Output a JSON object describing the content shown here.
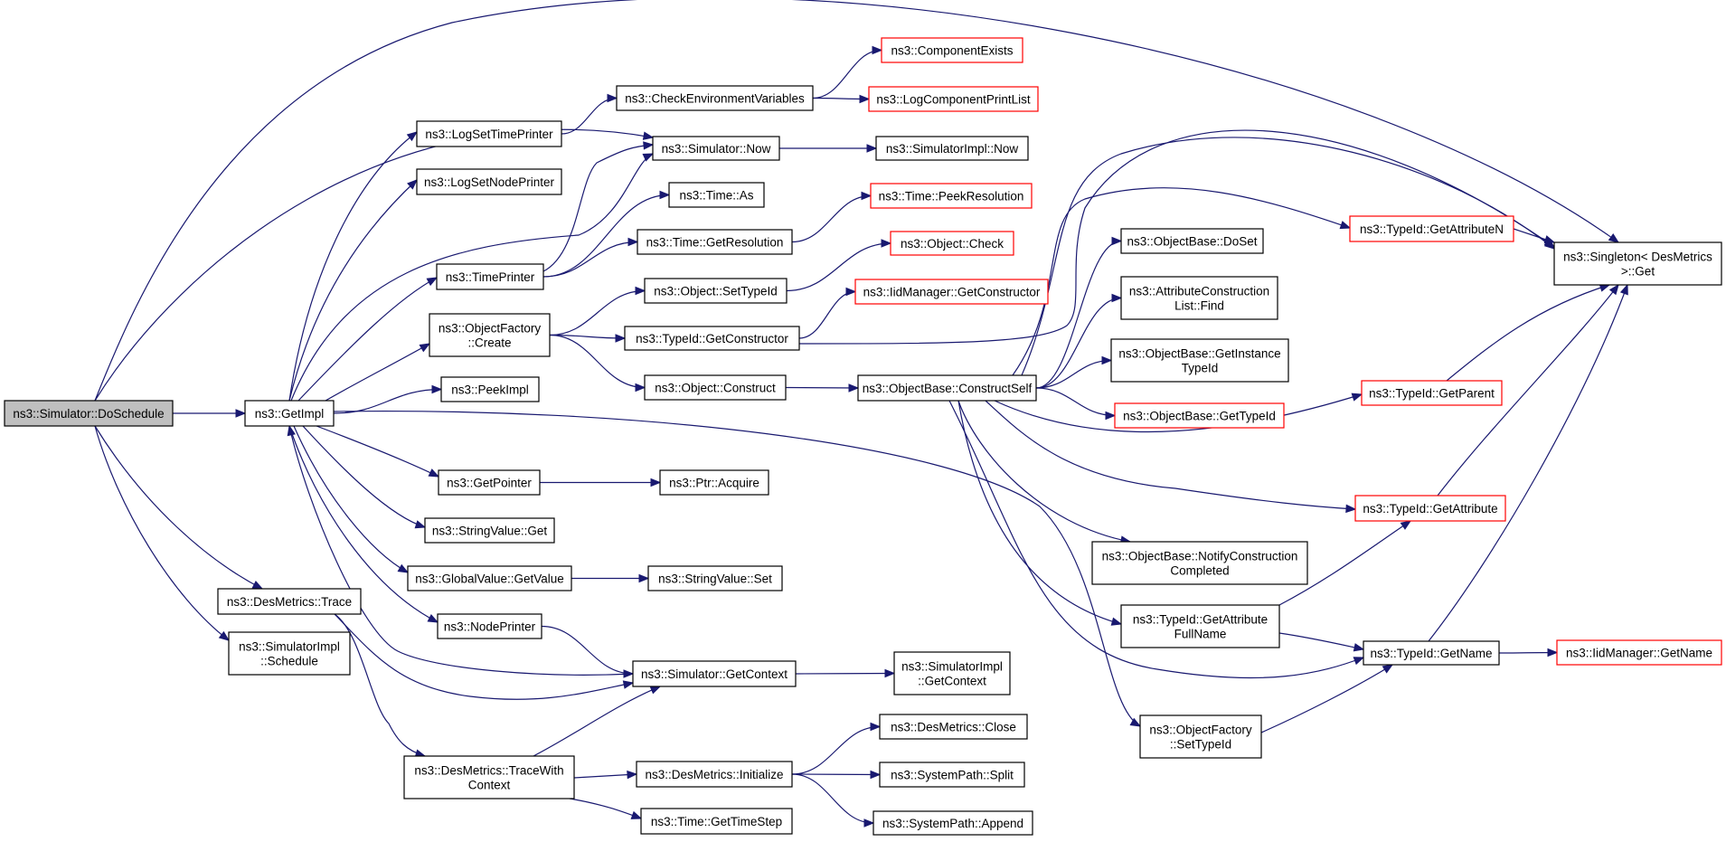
{
  "graph": {
    "nodes": [
      {
        "id": "n0",
        "label": [
          "ns3::Simulator::DoSchedule"
        ],
        "style": "root"
      },
      {
        "id": "n1",
        "label": [
          "ns3::GetImpl"
        ],
        "style": "normal"
      },
      {
        "id": "n2",
        "label": [
          "ns3::DesMetrics::Trace"
        ],
        "style": "normal"
      },
      {
        "id": "n3",
        "label": [
          "ns3::SimulatorImpl",
          "::Schedule"
        ],
        "style": "normal"
      },
      {
        "id": "n4",
        "label": [
          "ns3::Simulator::Now"
        ],
        "style": "normal"
      },
      {
        "id": "n5",
        "label": [
          "ns3::Singleton< DesMetrics",
          ">::Get"
        ],
        "style": "normal"
      },
      {
        "id": "n6",
        "label": [
          "ns3::LogSetTimePrinter"
        ],
        "style": "normal"
      },
      {
        "id": "n7",
        "label": [
          "ns3::LogSetNodePrinter"
        ],
        "style": "normal"
      },
      {
        "id": "n8",
        "label": [
          "ns3::TimePrinter"
        ],
        "style": "normal"
      },
      {
        "id": "n9",
        "label": [
          "ns3::ObjectFactory",
          "::Create"
        ],
        "style": "normal"
      },
      {
        "id": "n10",
        "label": [
          "ns3::PeekImpl"
        ],
        "style": "normal"
      },
      {
        "id": "n11",
        "label": [
          "ns3::GetPointer"
        ],
        "style": "normal"
      },
      {
        "id": "n12",
        "label": [
          "ns3::StringValue::Get"
        ],
        "style": "normal"
      },
      {
        "id": "n13",
        "label": [
          "ns3::GlobalValue::GetValue"
        ],
        "style": "normal"
      },
      {
        "id": "n14",
        "label": [
          "ns3::NodePrinter"
        ],
        "style": "normal"
      },
      {
        "id": "n15",
        "label": [
          "ns3::CheckEnvironmentVariables"
        ],
        "style": "normal"
      },
      {
        "id": "n16",
        "label": [
          "ns3::ComponentExists"
        ],
        "style": "trunc"
      },
      {
        "id": "n17",
        "label": [
          "ns3::LogComponentPrintList"
        ],
        "style": "trunc"
      },
      {
        "id": "n18",
        "label": [
          "ns3::SimulatorImpl::Now"
        ],
        "style": "normal"
      },
      {
        "id": "n19",
        "label": [
          "ns3::Time::As"
        ],
        "style": "normal"
      },
      {
        "id": "n20",
        "label": [
          "ns3::Time::GetResolution"
        ],
        "style": "normal"
      },
      {
        "id": "n21",
        "label": [
          "ns3::Time::PeekResolution"
        ],
        "style": "trunc"
      },
      {
        "id": "n22",
        "label": [
          "ns3::Object::SetTypeId"
        ],
        "style": "normal"
      },
      {
        "id": "n23",
        "label": [
          "ns3::Object::Check"
        ],
        "style": "trunc"
      },
      {
        "id": "n24",
        "label": [
          "ns3::TypeId::GetConstructor"
        ],
        "style": "normal"
      },
      {
        "id": "n25",
        "label": [
          "ns3::IidManager::GetConstructor"
        ],
        "style": "trunc"
      },
      {
        "id": "n26",
        "label": [
          "ns3::Object::Construct"
        ],
        "style": "normal"
      },
      {
        "id": "n27",
        "label": [
          "ns3::ObjectBase::ConstructSelf"
        ],
        "style": "normal"
      },
      {
        "id": "n28",
        "label": [
          "ns3::ObjectBase::DoSet"
        ],
        "style": "normal"
      },
      {
        "id": "n29",
        "label": [
          "ns3::AttributeConstruction",
          "List::Find"
        ],
        "style": "normal"
      },
      {
        "id": "n30",
        "label": [
          "ns3::ObjectBase::GetInstance",
          "TypeId"
        ],
        "style": "normal"
      },
      {
        "id": "n31",
        "label": [
          "ns3::ObjectBase::GetTypeId"
        ],
        "style": "trunc"
      },
      {
        "id": "n32",
        "label": [
          "ns3::ObjectBase::NotifyConstruction",
          "Completed"
        ],
        "style": "normal"
      },
      {
        "id": "n33",
        "label": [
          "ns3::TypeId::GetAttribute",
          "FullName"
        ],
        "style": "normal"
      },
      {
        "id": "n34",
        "label": [
          "ns3::TypeId::GetAttributeN"
        ],
        "style": "trunc"
      },
      {
        "id": "n35",
        "label": [
          "ns3::TypeId::GetParent"
        ],
        "style": "trunc"
      },
      {
        "id": "n36",
        "label": [
          "ns3::TypeId::GetAttribute"
        ],
        "style": "trunc"
      },
      {
        "id": "n37",
        "label": [
          "ns3::TypeId::GetName"
        ],
        "style": "normal"
      },
      {
        "id": "n38",
        "label": [
          "ns3::IidManager::GetName"
        ],
        "style": "trunc"
      },
      {
        "id": "n39",
        "label": [
          "ns3::Ptr::Acquire"
        ],
        "style": "normal"
      },
      {
        "id": "n40",
        "label": [
          "ns3::StringValue::Set"
        ],
        "style": "normal"
      },
      {
        "id": "n41",
        "label": [
          "ns3::Simulator::GetContext"
        ],
        "style": "normal"
      },
      {
        "id": "n42",
        "label": [
          "ns3::SimulatorImpl",
          "::GetContext"
        ],
        "style": "normal"
      },
      {
        "id": "n43",
        "label": [
          "ns3::DesMetrics::TraceWith",
          "Context"
        ],
        "style": "normal"
      },
      {
        "id": "n44",
        "label": [
          "ns3::DesMetrics::Initialize"
        ],
        "style": "normal"
      },
      {
        "id": "n45",
        "label": [
          "ns3::DesMetrics::Close"
        ],
        "style": "normal"
      },
      {
        "id": "n46",
        "label": [
          "ns3::SystemPath::Split"
        ],
        "style": "normal"
      },
      {
        "id": "n47",
        "label": [
          "ns3::SystemPath::Append"
        ],
        "style": "normal"
      },
      {
        "id": "n48",
        "label": [
          "ns3::Time::GetTimeStep"
        ],
        "style": "normal"
      },
      {
        "id": "n49",
        "label": [
          "ns3::ObjectFactory",
          "::SetTypeId"
        ],
        "style": "normal"
      }
    ],
    "edges": [
      [
        "n0",
        "n1"
      ],
      [
        "n0",
        "n4"
      ],
      [
        "n0",
        "n5"
      ],
      [
        "n0",
        "n2"
      ],
      [
        "n0",
        "n3"
      ],
      [
        "n1",
        "n6"
      ],
      [
        "n1",
        "n7"
      ],
      [
        "n1",
        "n4"
      ],
      [
        "n1",
        "n8"
      ],
      [
        "n1",
        "n9"
      ],
      [
        "n1",
        "n10"
      ],
      [
        "n1",
        "n11"
      ],
      [
        "n1",
        "n12"
      ],
      [
        "n1",
        "n13"
      ],
      [
        "n1",
        "n14"
      ],
      [
        "n1",
        "n49"
      ],
      [
        "n6",
        "n15"
      ],
      [
        "n15",
        "n16"
      ],
      [
        "n15",
        "n17"
      ],
      [
        "n4",
        "n18"
      ],
      [
        "n8",
        "n4"
      ],
      [
        "n8",
        "n19"
      ],
      [
        "n8",
        "n20"
      ],
      [
        "n20",
        "n21"
      ],
      [
        "n9",
        "n22"
      ],
      [
        "n9",
        "n24"
      ],
      [
        "n9",
        "n26"
      ],
      [
        "n22",
        "n23"
      ],
      [
        "n24",
        "n25"
      ],
      [
        "n24",
        "n5"
      ],
      [
        "n26",
        "n27"
      ],
      [
        "n27",
        "n28"
      ],
      [
        "n27",
        "n29"
      ],
      [
        "n27",
        "n30"
      ],
      [
        "n27",
        "n31"
      ],
      [
        "n27",
        "n32"
      ],
      [
        "n27",
        "n33"
      ],
      [
        "n27",
        "n34"
      ],
      [
        "n27",
        "n35"
      ],
      [
        "n27",
        "n36"
      ],
      [
        "n27",
        "n37"
      ],
      [
        "n27",
        "n5"
      ],
      [
        "n34",
        "n5"
      ],
      [
        "n35",
        "n5"
      ],
      [
        "n36",
        "n5"
      ],
      [
        "n37",
        "n5"
      ],
      [
        "n33",
        "n36"
      ],
      [
        "n33",
        "n37"
      ],
      [
        "n37",
        "n38"
      ],
      [
        "n49",
        "n37"
      ],
      [
        "n11",
        "n39"
      ],
      [
        "n13",
        "n40"
      ],
      [
        "n14",
        "n41"
      ],
      [
        "n41",
        "n1"
      ],
      [
        "n41",
        "n42"
      ],
      [
        "n2",
        "n41"
      ],
      [
        "n2",
        "n43"
      ],
      [
        "n43",
        "n41"
      ],
      [
        "n43",
        "n44"
      ],
      [
        "n43",
        "n48"
      ],
      [
        "n44",
        "n45"
      ],
      [
        "n44",
        "n46"
      ],
      [
        "n44",
        "n47"
      ]
    ]
  }
}
